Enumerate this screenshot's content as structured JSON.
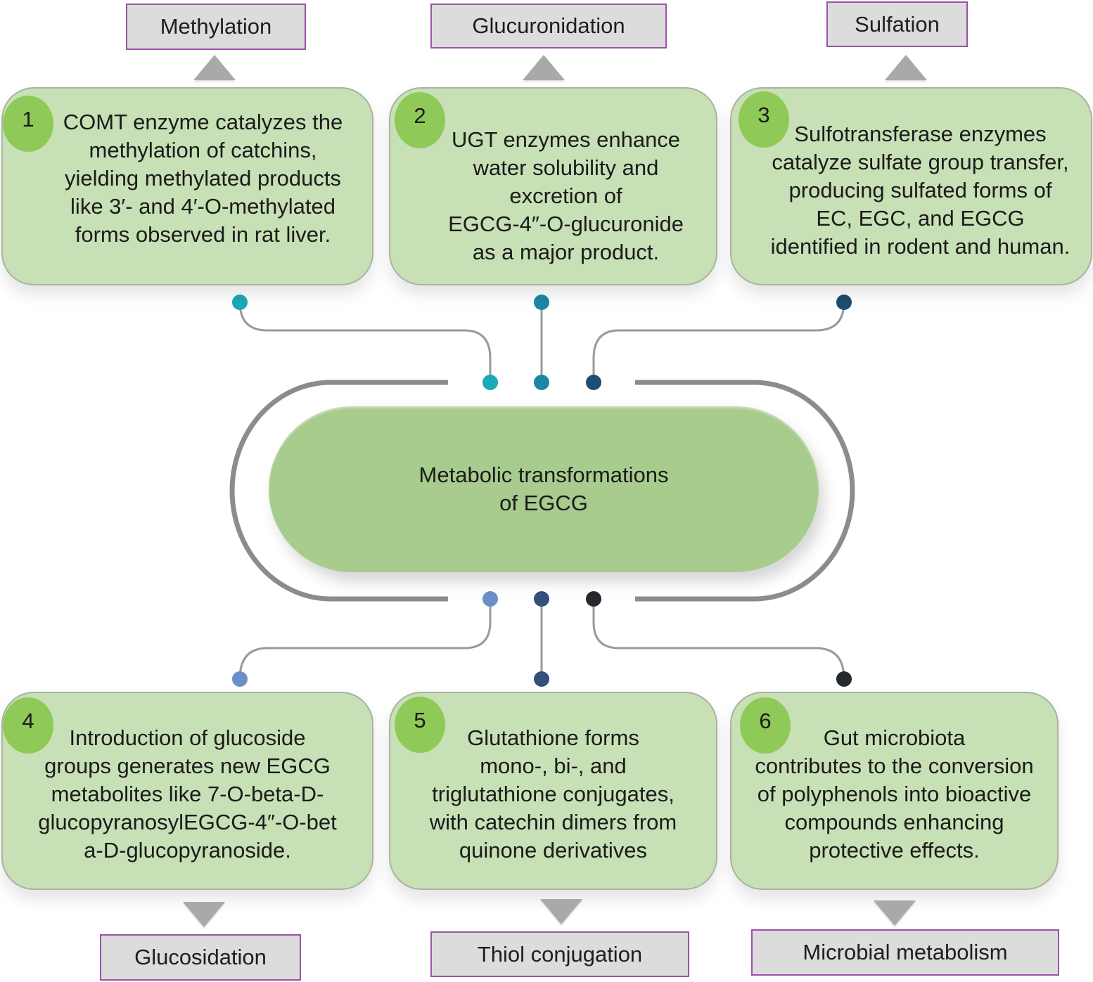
{
  "center": {
    "title": "Metabolic transformations\nof EGCG"
  },
  "pathways": [
    {
      "number": "1",
      "label": "Methylation",
      "description": "COMT enzyme catalyzes the\nmethylation of catchins,\nyielding methylated products\nlike 3′- and 4′-O-methylated\nforms observed in rat liver.",
      "dot_color": "#1aa9b5"
    },
    {
      "number": "2",
      "label": "Glucuronidation",
      "description": "UGT enzymes enhance\nwater solubility and\nexcretion of\nEGCG-4″-O-glucuronide\nas a major product.",
      "dot_color": "#1d86a6"
    },
    {
      "number": "3",
      "label": "Sulfation",
      "description": "Sulfotransferase enzymes\ncatalyze sulfate group transfer,\nproducing sulfated forms of\nEC, EGC, and EGCG\nidentified in rodent and human.",
      "dot_color": "#1d4d73"
    },
    {
      "number": "4",
      "label": "Glucosidation",
      "description": "Introduction of glucoside\ngroups generates new EGCG\nmetabolites like 7-O-beta-D-\nglucopyranosylEGCG-4″-O-bet\na-D-glucopyranoside.",
      "dot_color": "#6c8fc9"
    },
    {
      "number": "5",
      "label": "Thiol conjugation",
      "description": "Glutathione forms\nmono-, bi-, and\ntriglutathione conjugates,\nwith catechin dimers from\nquinone derivatives",
      "dot_color": "#34507a"
    },
    {
      "number": "6",
      "label": "Microbial metabolism",
      "description": "Gut microbiota\ncontributes to the conversion\nof polyphenols into bioactive\ncompounds enhancing\nprotective effects.",
      "dot_color": "#25292e"
    }
  ],
  "colors": {
    "card_fill": "#c8e0b6",
    "badge_fill": "#8fc958",
    "center_fill": "#a7cc8e",
    "label_fill": "#dcdcdc",
    "label_border": "#9b52a8",
    "connector": "#8c8c8c"
  }
}
